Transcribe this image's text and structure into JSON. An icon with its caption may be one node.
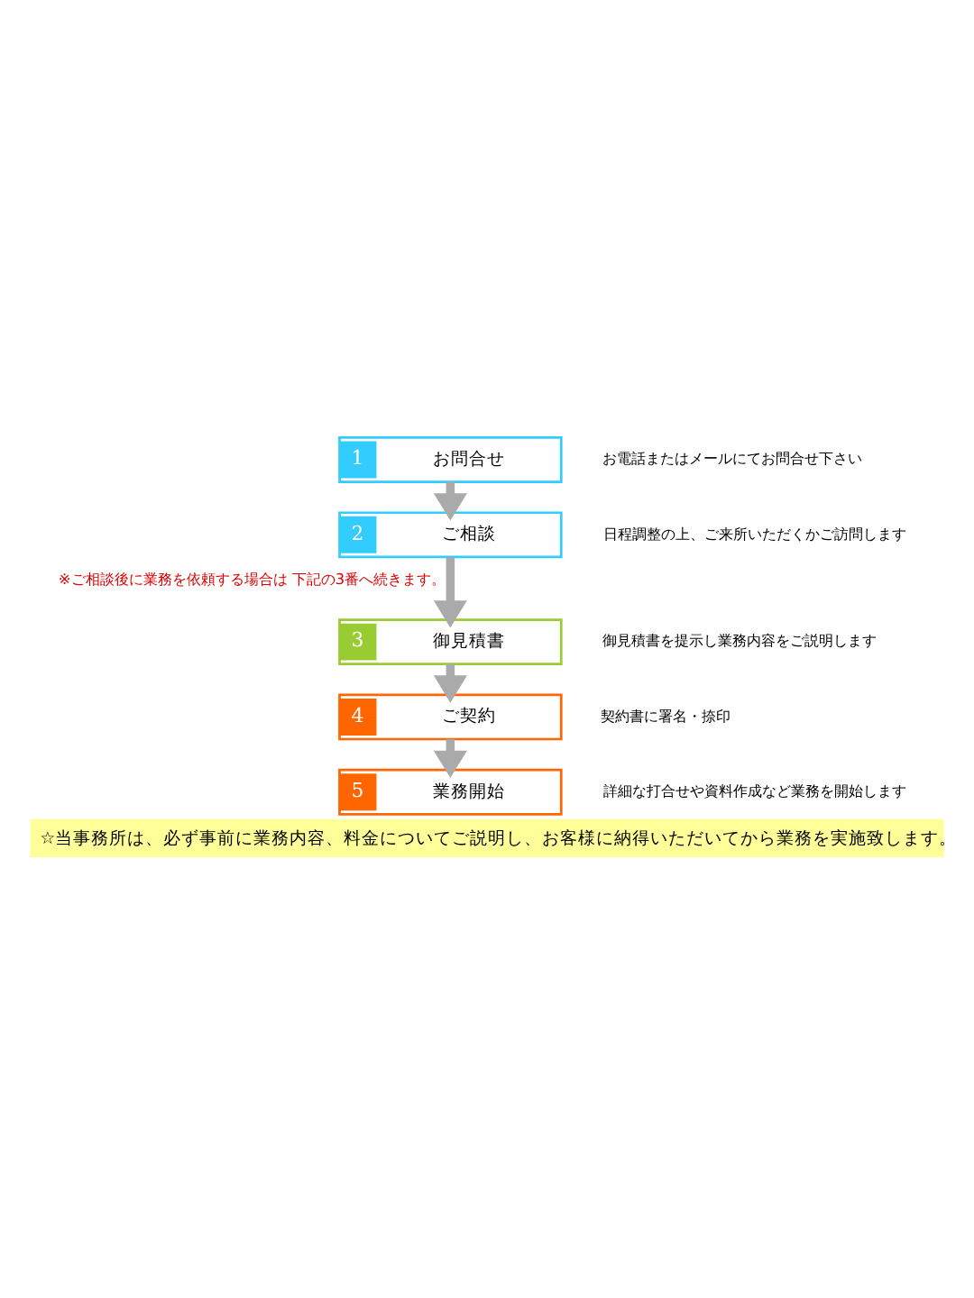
{
  "diagram": {
    "caption": "☆当事務所は、必ず事前に業務内容、料金についてご説明し、お客様に納得いただいてから業務を実施致します。",
    "nodes": [
      {
        "text": [
          "1",
          "お問合せ"
        ],
        "beside": [
          "お電話またはメールにてお問合せ下さい"
        ]
      },
      {
        "text": [
          "2",
          "ご相談"
        ],
        "beside": [
          "日程調整の上、ご来所いただくかご訪問します"
        ]
      },
      {
        "text": [
          "3",
          "御見積書"
        ],
        "beside": [
          "御見積書を提示し業務内容をご説明します"
        ]
      },
      {
        "text": [
          "4",
          "ご契約"
        ],
        "beside": [
          "契約書に署名・捺印"
        ]
      },
      {
        "text": [
          "5",
          "業務開始"
        ],
        "beside": [
          "詳細な打合せや資料作成など業務を開始します"
        ]
      }
    ],
    "edges": [
      {
        "from": 0,
        "to": 1,
        "arrow": "to"
      },
      {
        "from": 1,
        "to": 2,
        "arrow": "to",
        "label": "※ご相談後に業務を依頼する場合は 下記の3番へ続きます。"
      },
      {
        "from": 2,
        "to": 3,
        "arrow": "to"
      },
      {
        "from": 3,
        "to": 4,
        "arrow": "to"
      }
    ]
  }
}
